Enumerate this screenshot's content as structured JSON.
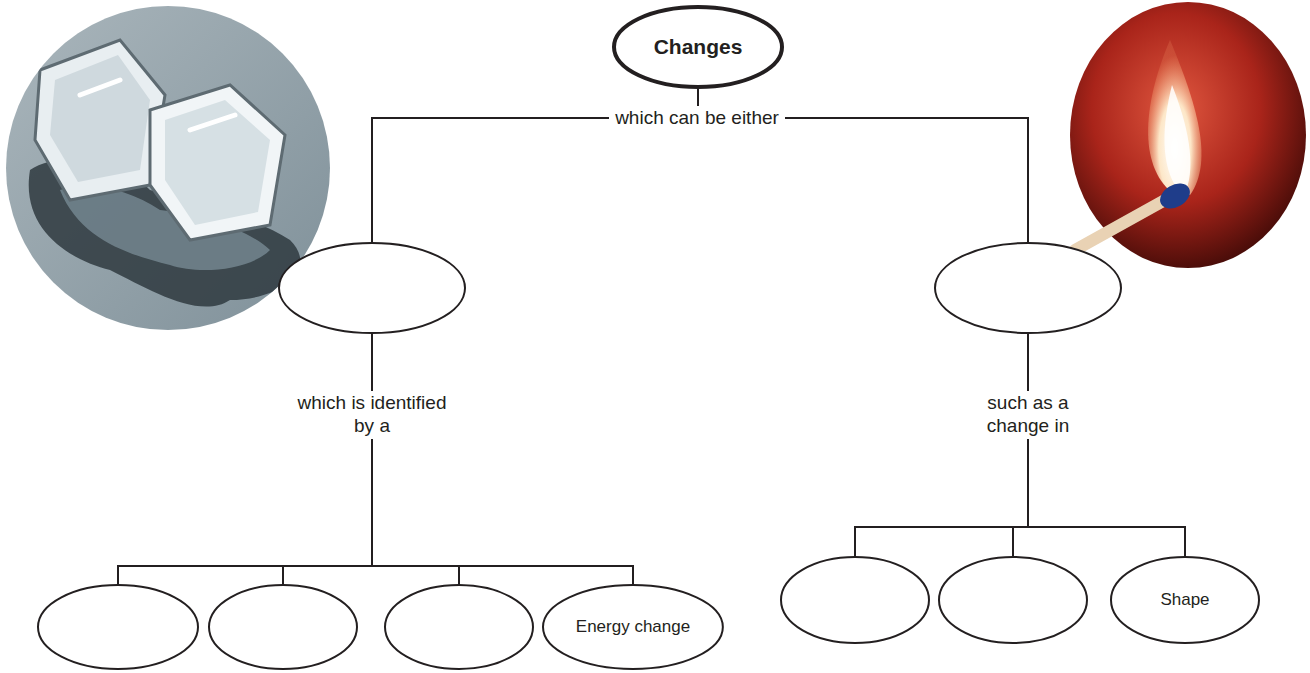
{
  "diagram": {
    "nodes": [
      {
        "text": [
          "Changes"
        ]
      },
      {
        "text": []
      },
      {
        "text": []
      },
      {
        "text": []
      },
      {
        "text": []
      },
      {
        "text": []
      },
      {
        "text": [
          "Energy change"
        ]
      },
      {
        "text": []
      },
      {
        "text": []
      },
      {
        "text": [
          "Shape"
        ]
      }
    ],
    "edges": [
      {
        "from": 0,
        "to": 1,
        "arrow": "none",
        "label": "which can be either"
      },
      {
        "from": 0,
        "to": 2,
        "arrow": "none"
      },
      {
        "from": 1,
        "to": 3,
        "arrow": "none",
        "label": "which is identified by a"
      },
      {
        "from": 1,
        "to": 4,
        "arrow": "none"
      },
      {
        "from": 1,
        "to": 5,
        "arrow": "none"
      },
      {
        "from": 1,
        "to": 6,
        "arrow": "none"
      },
      {
        "from": 2,
        "to": 7,
        "arrow": "none",
        "label": "such as a change in"
      },
      {
        "from": 2,
        "to": 8,
        "arrow": "none"
      },
      {
        "from": 2,
        "to": 9,
        "arrow": "none"
      }
    ]
  }
}
